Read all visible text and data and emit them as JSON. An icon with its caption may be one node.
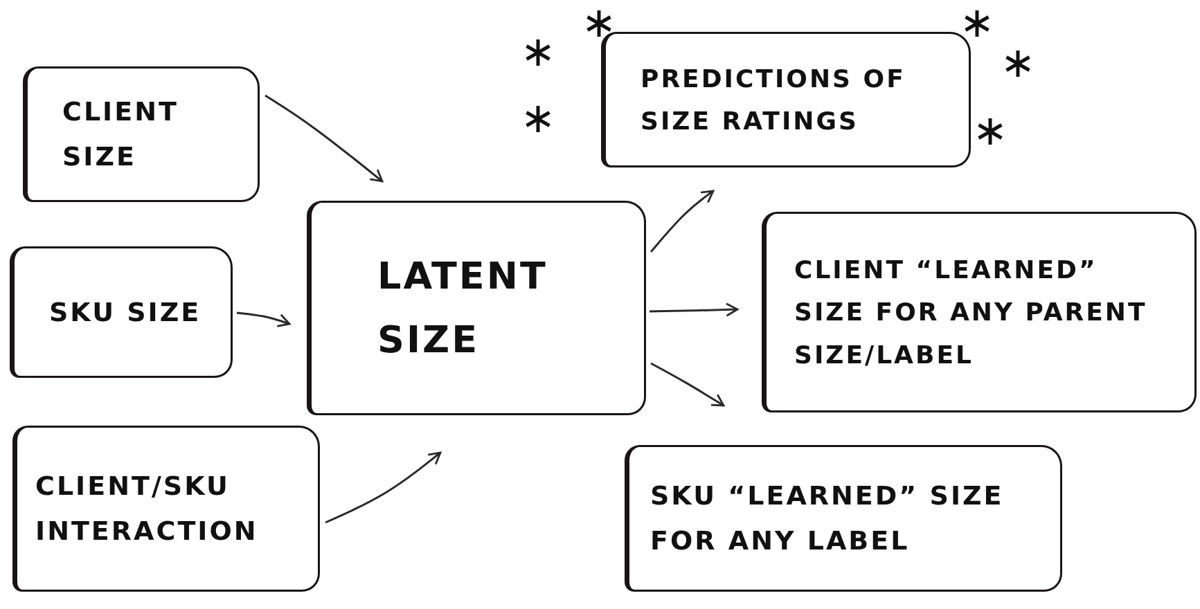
{
  "diagram": {
    "nodes": [
      {
        "text": [
          "CLIENT SIZE"
        ]
      },
      {
        "text": [
          "SKU SIZE"
        ]
      },
      {
        "text": [
          "CLIENT/SKU INTERACTION"
        ]
      },
      {
        "text": [
          "LATENT SIZE"
        ]
      },
      {
        "text": [
          "PREDICTIONS OF SIZE RATINGS"
        ]
      },
      {
        "text": [
          "CLIENT “LEARNED” SIZE FOR ANY PARENT SIZE/LABEL"
        ]
      },
      {
        "text": [
          "SKU “LEARNED” SIZE FOR ANY LABEL"
        ]
      }
    ],
    "edges": [
      {
        "from": 0,
        "to": 3,
        "arrow": "to"
      },
      {
        "from": 1,
        "to": 3,
        "arrow": "to"
      },
      {
        "from": 2,
        "to": 3,
        "arrow": "to"
      },
      {
        "from": 3,
        "to": 4,
        "arrow": "to"
      },
      {
        "from": 3,
        "to": 5,
        "arrow": "to"
      },
      {
        "from": 3,
        "to": 6,
        "arrow": "to"
      }
    ]
  }
}
